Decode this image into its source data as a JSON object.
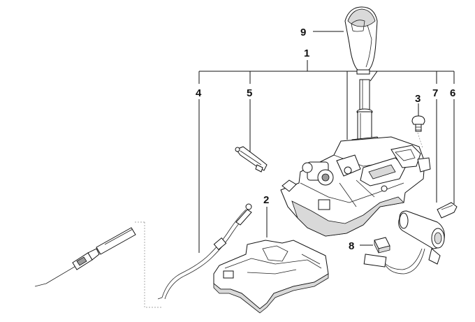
{
  "diagram": {
    "callouts": {
      "p1": "1",
      "p2": "2",
      "p3": "3",
      "p4": "4",
      "p5": "5",
      "p6": "6",
      "p7": "7",
      "p8": "8",
      "p9": "9"
    }
  }
}
